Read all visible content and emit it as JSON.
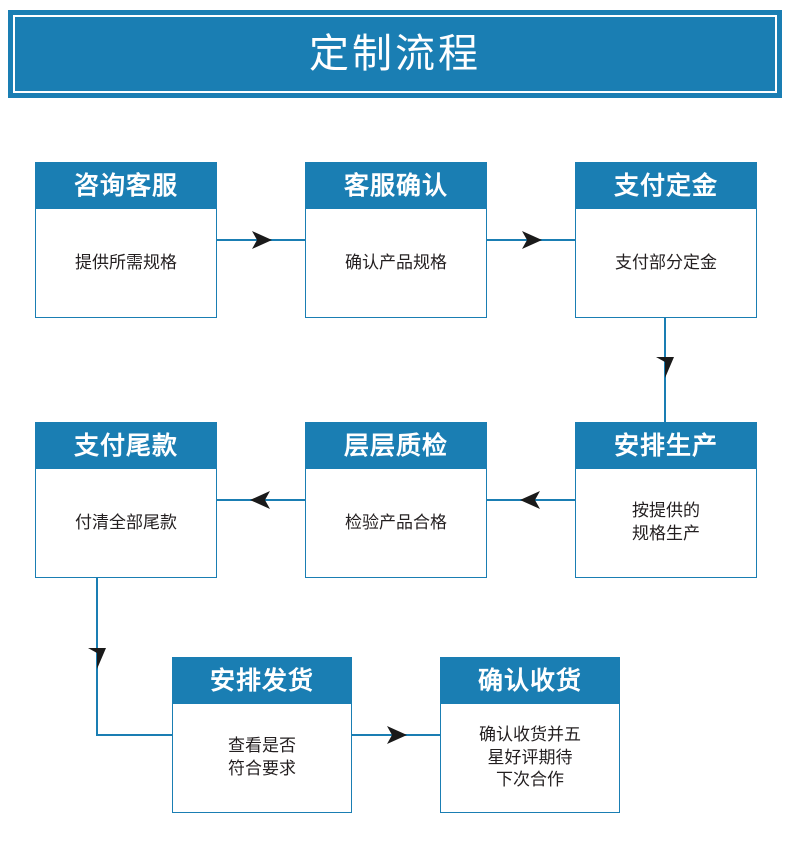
{
  "header": {
    "title": "定制流程"
  },
  "colors": {
    "brand_blue": "#1a7eb3",
    "card_border": "#1a7eb3",
    "connector": "#1a7eb3",
    "arrowhead": "#1a1a1a",
    "header_text": "#ffffff",
    "body_text": "#231f20",
    "background": "#ffffff"
  },
  "steps": [
    {
      "id": "step-1",
      "title": "咨询客服",
      "body": "提供所需规格"
    },
    {
      "id": "step-2",
      "title": "客服确认",
      "body": "确认产品规格"
    },
    {
      "id": "step-3",
      "title": "支付定金",
      "body": "支付部分定金"
    },
    {
      "id": "step-4",
      "title": "安排生产",
      "body": "按提供的\n规格生产"
    },
    {
      "id": "step-5",
      "title": "层层质检",
      "body": "检验产品合格"
    },
    {
      "id": "step-6",
      "title": "支付尾款",
      "body": "付清全部尾款"
    },
    {
      "id": "step-7",
      "title": "安排发货",
      "body": "查看是否\n符合要求"
    },
    {
      "id": "step-8",
      "title": "确认收货",
      "body": "确认收货并五\n星好评期待\n下次合作"
    }
  ],
  "connectors": [
    {
      "id": "connector-1-to-2",
      "from": "step-1",
      "to": "step-2",
      "direction": "right"
    },
    {
      "id": "connector-2-to-3",
      "from": "step-2",
      "to": "step-3",
      "direction": "right"
    },
    {
      "id": "connector-3-to-4",
      "from": "step-3",
      "to": "step-4",
      "direction": "down"
    },
    {
      "id": "connector-4-to-5",
      "from": "step-4",
      "to": "step-5",
      "direction": "left"
    },
    {
      "id": "connector-5-to-6",
      "from": "step-5",
      "to": "step-6",
      "direction": "left"
    },
    {
      "id": "connector-6-to-7",
      "from": "step-6",
      "to": "step-7",
      "direction": "down-right"
    },
    {
      "id": "connector-7-to-8",
      "from": "step-7",
      "to": "step-8",
      "direction": "right"
    }
  ]
}
